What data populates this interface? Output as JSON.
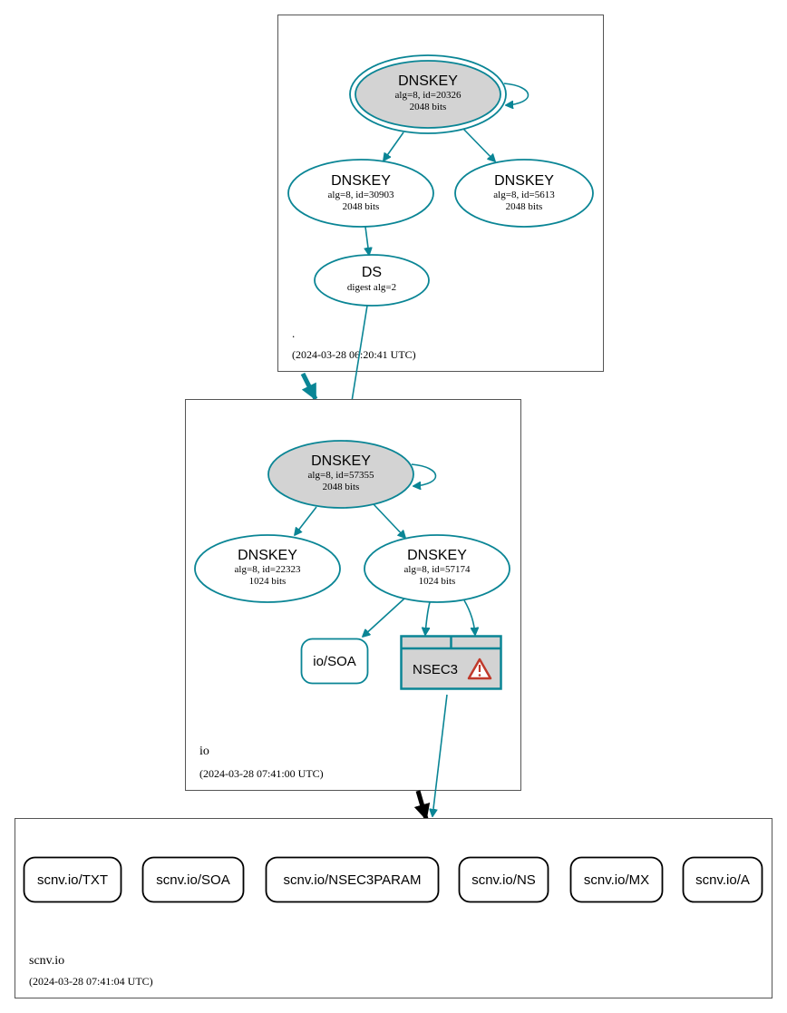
{
  "colors": {
    "teal": "#0a8595",
    "node_fill": "#d3d3d3",
    "warning": "#c0392b",
    "black": "#000000"
  },
  "zones": {
    "root": {
      "name": ".",
      "time": "(2024-03-28 06:20:41 UTC)"
    },
    "io": {
      "name": "io",
      "time": "(2024-03-28 07:41:00 UTC)"
    },
    "scnv": {
      "name": "scnv.io",
      "time": "(2024-03-28 07:41:04 UTC)"
    }
  },
  "nodes": {
    "root_ksk": {
      "title": "DNSKEY",
      "line1": "alg=8, id=20326",
      "line2": "2048 bits"
    },
    "root_zsk1": {
      "title": "DNSKEY",
      "line1": "alg=8, id=30903",
      "line2": "2048 bits"
    },
    "root_zsk2": {
      "title": "DNSKEY",
      "line1": "alg=8, id=5613",
      "line2": "2048 bits"
    },
    "root_ds": {
      "title": "DS",
      "line1": "digest alg=2"
    },
    "io_ksk": {
      "title": "DNSKEY",
      "line1": "alg=8, id=57355",
      "line2": "2048 bits"
    },
    "io_zsk1": {
      "title": "DNSKEY",
      "line1": "alg=8, id=22323",
      "line2": "1024 bits"
    },
    "io_zsk2": {
      "title": "DNSKEY",
      "line1": "alg=8, id=57174",
      "line2": "1024 bits"
    },
    "io_soa": {
      "label": "io/SOA"
    },
    "nsec3": {
      "label": "NSEC3"
    }
  },
  "records": [
    "scnv.io/TXT",
    "scnv.io/SOA",
    "scnv.io/NSEC3PARAM",
    "scnv.io/NS",
    "scnv.io/MX",
    "scnv.io/A"
  ]
}
